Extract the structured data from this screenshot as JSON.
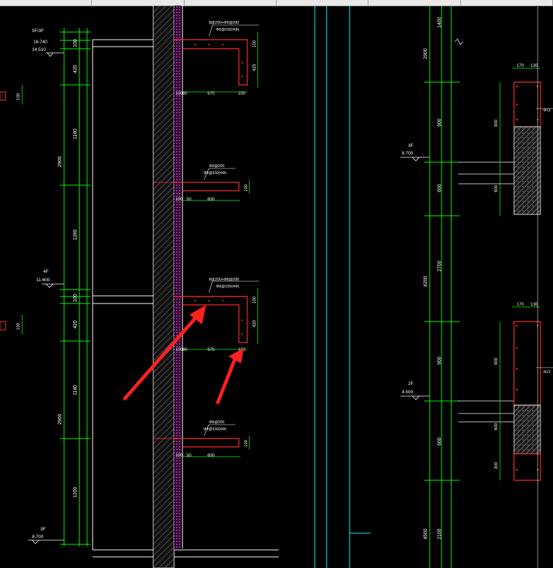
{
  "tabs": [
    "",
    "",
    "",
    "",
    "",
    ""
  ],
  "left_section": {
    "levels": [
      {
        "name": "5F/3F",
        "elev": "16.740",
        "sub": "14.510"
      },
      {
        "name": "4F",
        "elev": "11.600"
      },
      {
        "name": "3F",
        "elev": "8.700"
      }
    ],
    "dims_outer": [
      "2900",
      "2900"
    ],
    "dims_inner": [
      "100",
      "420",
      "1180",
      "1280",
      "100",
      "420",
      "1180",
      "1200"
    ],
    "details": [
      {
        "label1": "8@200+Φ8@200",
        "label2": "Φ8@150(4Φ)",
        "dims": [
          "100",
          "80",
          "570",
          "100",
          "100",
          "420"
        ],
        "type": "L"
      },
      {
        "label1": "Φ8@200",
        "label2": "Φ8@150(4Φ)",
        "dims": [
          "100",
          "50",
          "600",
          "100"
        ],
        "type": "flat"
      },
      {
        "label1": "8@200+Φ8@200",
        "label2": "Φ8@150(4Φ)",
        "dims": [
          "100",
          "80",
          "570",
          "100",
          "100",
          "420"
        ],
        "type": "L"
      },
      {
        "label1": "Φ8@200",
        "label2": "Φ8@150(4Φ)",
        "dims": [
          "100",
          "50",
          "600",
          "100"
        ],
        "type": "flat"
      }
    ],
    "edge_dims": [
      "100",
      "100"
    ]
  },
  "right_section": {
    "levels": [
      {
        "name": "3F",
        "elev": "8.700"
      },
      {
        "name": "2F",
        "elev": "4.500"
      }
    ],
    "dims_outer": [
      "1400",
      "2900",
      "2700",
      "4200",
      "4500",
      "2100"
    ],
    "dims_inner": [
      "900",
      "600",
      "900",
      "600",
      "300",
      "900"
    ],
    "col_dims": [
      "170",
      "130"
    ],
    "rebar_label": "Φ12"
  },
  "colors": {
    "dim": "#00ff00",
    "cyan": "#00ffff",
    "concrete": "#ff0000",
    "insulation": "#ff00ff",
    "text": "#ffffff",
    "annotation": "#ff2020"
  }
}
